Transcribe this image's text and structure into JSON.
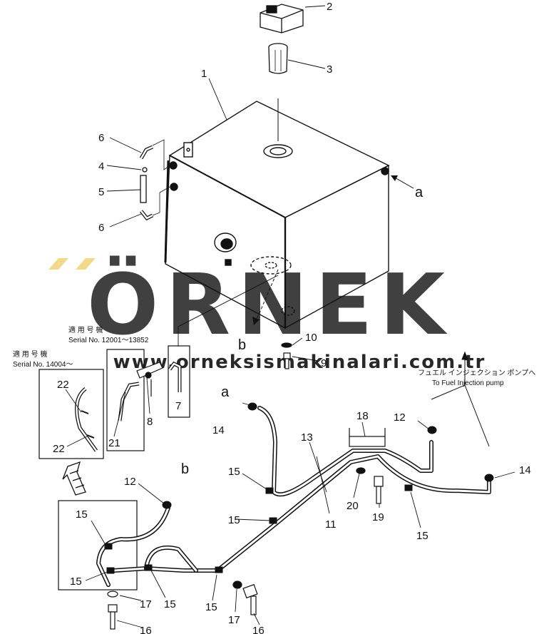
{
  "watermark": {
    "brand": "ÖRNEK",
    "site": "www.orneksismakinalari.com.tr",
    "color": "#d6d6d6",
    "accent": "#f3d98a"
  },
  "notes": {
    "serial_a_jp": "適 用 号 機",
    "serial_a": "Serial No. 12001～13852",
    "serial_b_jp": "適 用 号 機",
    "serial_b": "Serial No. 14004～",
    "pump_jp": "フュエル インジェクション ポンプへ",
    "pump_en": "To Fuel Injection pump"
  },
  "letters": {
    "a_top": "a",
    "b_top": "b",
    "a_line": "a",
    "b_line": "b"
  },
  "parts": {
    "p1": "1",
    "p2": "2",
    "p3": "3",
    "p4": "4",
    "p5": "5",
    "p6a": "6",
    "p6b": "6",
    "p7": "7",
    "p8": "8",
    "p9": "9",
    "p10": "10",
    "p11": "11",
    "p12a": "12",
    "p12b": "12",
    "p13": "13",
    "p14a": "14",
    "p14b": "14",
    "p15a": "15",
    "p15b": "15",
    "p15c": "15",
    "p15d": "15",
    "p15e": "15",
    "p15f": "15",
    "p15g": "15",
    "p16a": "16",
    "p16b": "16",
    "p17a": "17",
    "p17b": "17",
    "p18": "18",
    "p19": "19",
    "p20": "20",
    "p21": "21",
    "p22a": "22",
    "p22b": "22"
  }
}
